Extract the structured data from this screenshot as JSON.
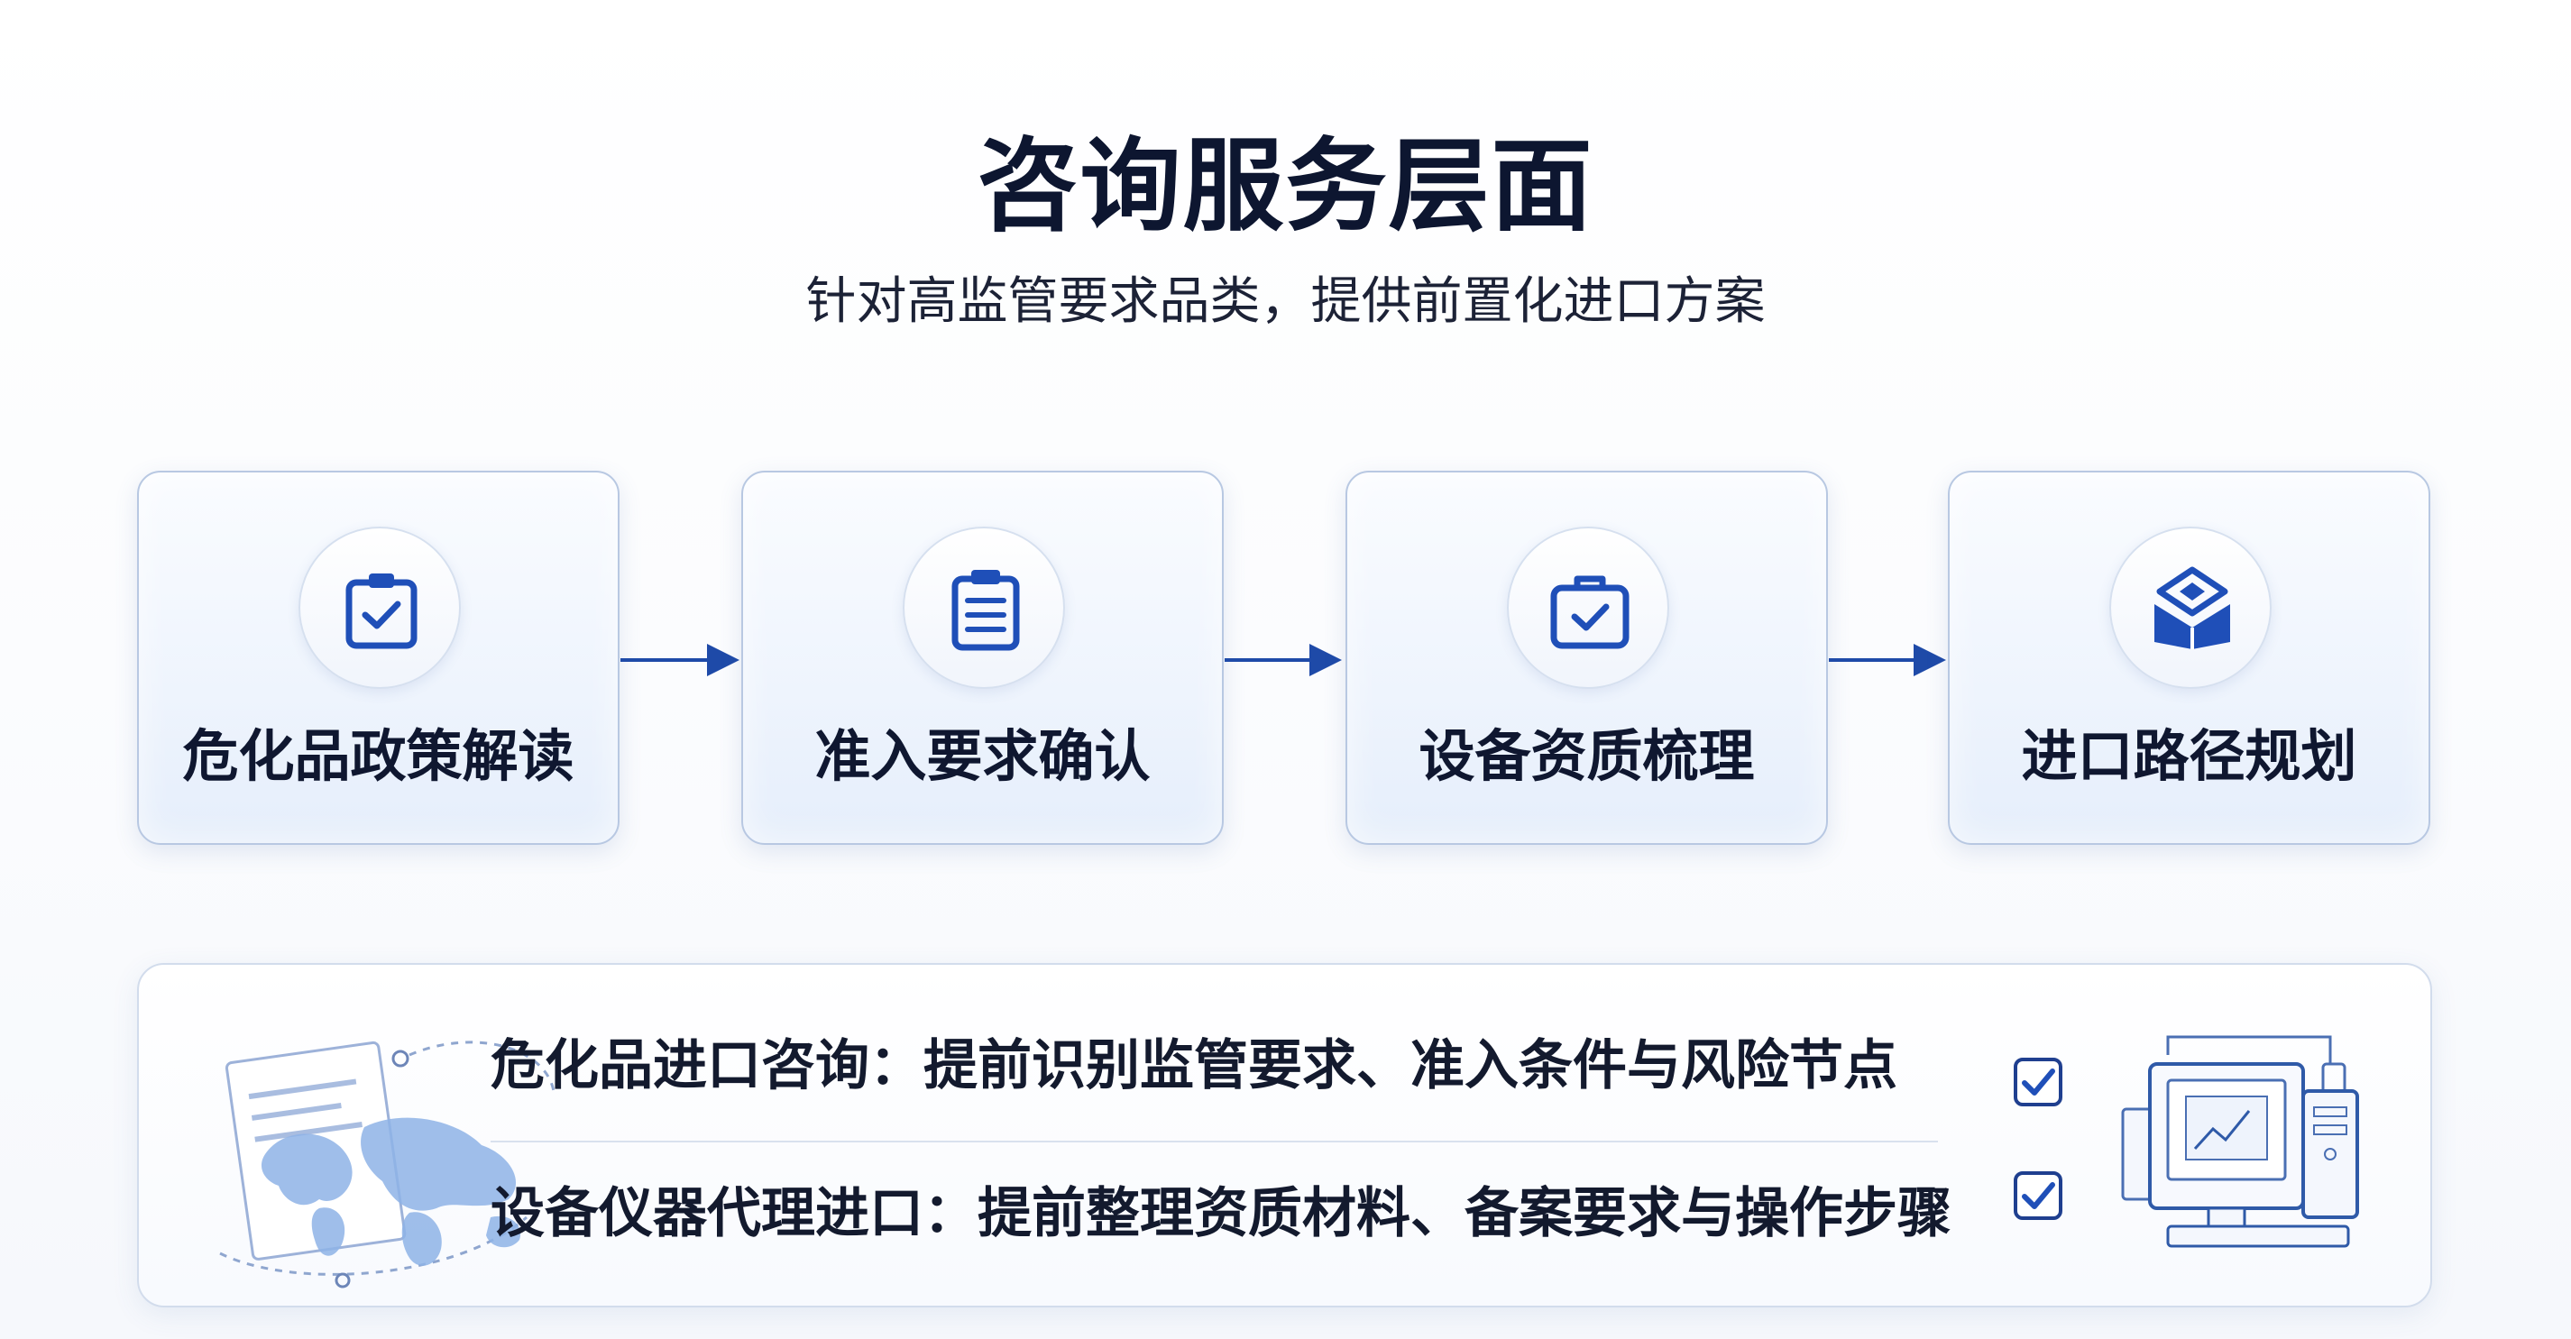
{
  "header": {
    "title": "咨询服务层面",
    "subtitle": "针对高监管要求品类，提供前置化进口方案"
  },
  "steps": [
    {
      "label": "危化品政策解读",
      "icon": "clipboard-check-icon"
    },
    {
      "label": "准入要求确认",
      "icon": "clipboard-list-icon"
    },
    {
      "label": "设备资质梳理",
      "icon": "briefcase-check-icon"
    },
    {
      "label": "进口路径规划",
      "icon": "route-map-icon"
    }
  ],
  "services": [
    {
      "text": "危化品进口咨询：提前识别监管要求、准入条件与风险节点",
      "checked": true
    },
    {
      "text": "设备仪器代理进口：提前整理资质材料、备案要求与操作步骤",
      "checked": true
    }
  ],
  "colors": {
    "accent": "#1f4fb8",
    "arrow": "#1e4aa8",
    "title": "#0d1630",
    "card_border": "#b8c8e2"
  }
}
